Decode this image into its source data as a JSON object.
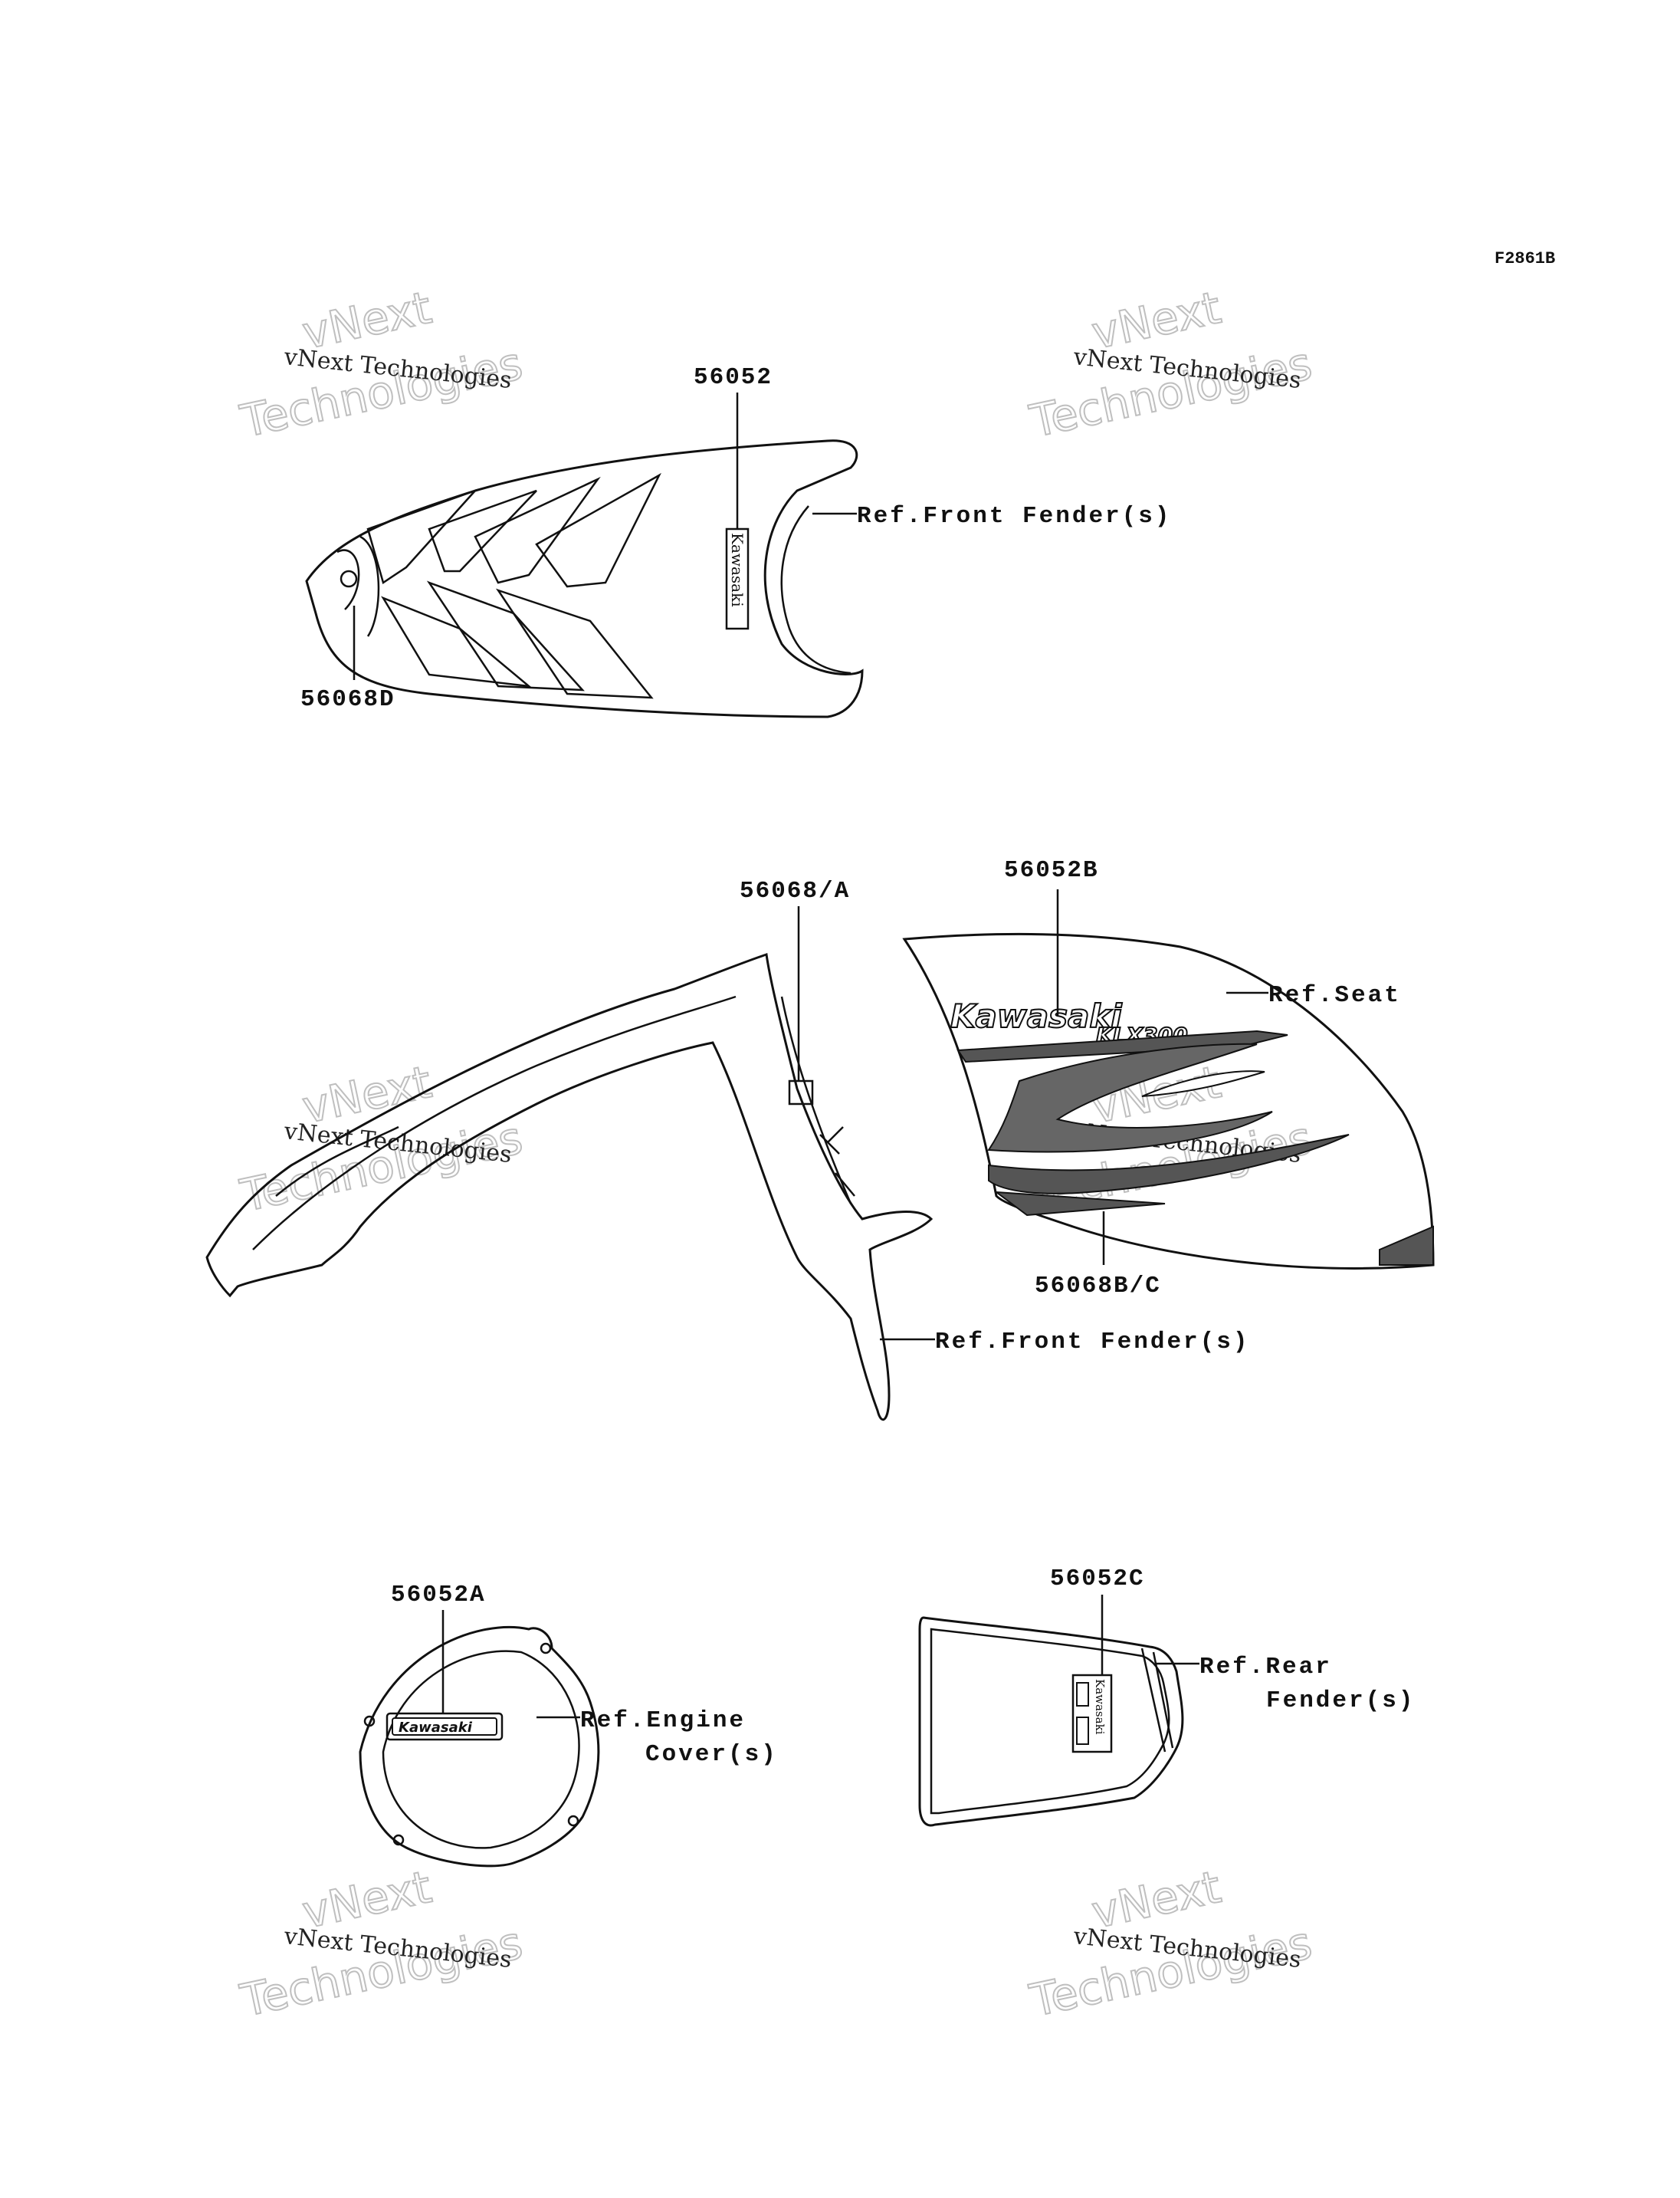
{
  "figure_code": "F2861B",
  "watermark": {
    "company": "vNext Technologies",
    "big_word_1": "vNext",
    "big_word_2": "Technologies"
  },
  "parts": {
    "p56052": "56052",
    "p56068D": "56068D",
    "p56068A": "56068/A",
    "p56052B": "56052B",
    "p56068BC": "56068B/C",
    "p56052A": "56052A",
    "p56052C": "56052C"
  },
  "refs": {
    "front_fender_1": "Ref.Front Fender(s)",
    "seat": "Ref.Seat",
    "front_fender_2": "Ref.Front Fender(s)",
    "engine_cover_line1": "Ref.Engine",
    "engine_cover_line2": "Cover(s)",
    "rear_fender_line1": "Ref.Rear",
    "rear_fender_line2": "Fender(s)"
  },
  "decal_text": {
    "kawasaki": "Kawasaki",
    "model": "KLX300"
  }
}
